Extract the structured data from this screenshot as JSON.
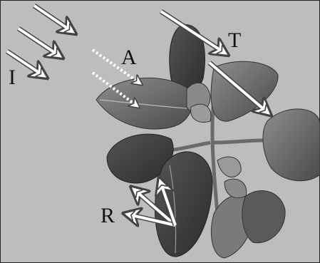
{
  "labels": {
    "incident": "I",
    "absorbed": "A",
    "transmitted": "T",
    "reflected": "R"
  },
  "colors": {
    "background": "#bfbfbf",
    "leaf_dark": "#3a3a3a",
    "leaf_mid": "#707070",
    "leaf_light": "#9a9a9a",
    "arrow_fill": "#ffffff",
    "arrow_outline": "#555555"
  }
}
